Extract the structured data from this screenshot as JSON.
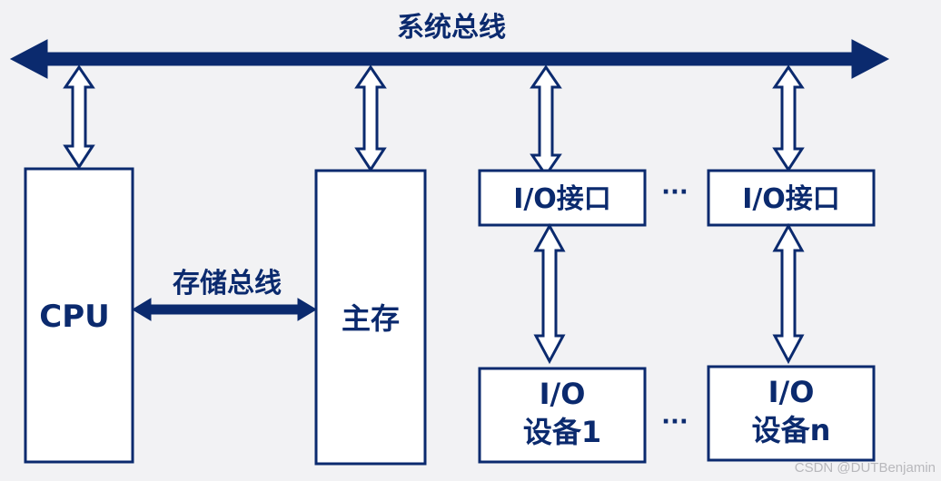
{
  "colors": {
    "primary": "#0b2a6e",
    "box_fill": "#ffffff",
    "background": "#f2f2f4"
  },
  "system_bus": {
    "label": "系统总线"
  },
  "memory_bus": {
    "label": "存储总线"
  },
  "cpu": {
    "label": "CPU"
  },
  "main_memory": {
    "label": "主存"
  },
  "io_interfaces": [
    {
      "label": "I/O接口"
    },
    {
      "label": "I/O接口"
    }
  ],
  "io_devices": [
    {
      "line1": "I/O",
      "line2": "设备1"
    },
    {
      "line1": "I/O",
      "line2": "设备n"
    }
  ],
  "ellipsis": "···",
  "watermark": "CSDN @DUTBenjamin"
}
